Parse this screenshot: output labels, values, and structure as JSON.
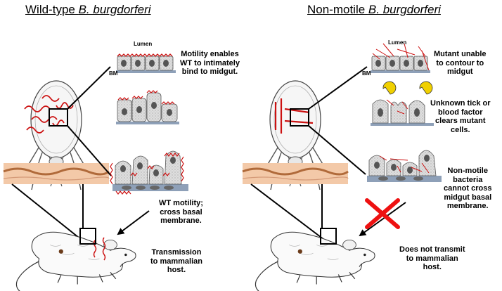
{
  "left_panel": {
    "title_prefix": "Wild-type ",
    "title_species": "B. burgdorferi",
    "lumen": "Lumen",
    "bm": "BM",
    "step1": [
      "Motility  enables",
      "WT to intimately",
      "bind to midgut."
    ],
    "step3": [
      "WT motility;",
      "cross basal",
      "membrane."
    ],
    "step4": [
      "Transmission",
      "to mammalian",
      "host."
    ]
  },
  "right_panel": {
    "title_prefix": "Non-motile ",
    "title_species": "B. burgdorferi",
    "lumen": "Lumen",
    "bm": "BM",
    "step1": [
      "Mutant unable",
      "to contour to",
      "midgut"
    ],
    "step2": [
      "Unknown tick or",
      "blood factor",
      "clears mutant",
      "cells."
    ],
    "step3": [
      "Non-motile",
      "bacteria",
      "cannot cross",
      "midgut basal",
      "membrane."
    ],
    "step4": [
      "Does not transmit",
      "to mammalian",
      "host."
    ]
  },
  "colors": {
    "spirochete": "#cc1111",
    "cell_fill": "#d7d7d7",
    "nucleus": "#555555",
    "membrane": "#8ea0b8",
    "skin": "#f3c9a8",
    "skin_dark": "#b06a3a",
    "factor": "#f0d000",
    "block_x": "#ee1111"
  }
}
